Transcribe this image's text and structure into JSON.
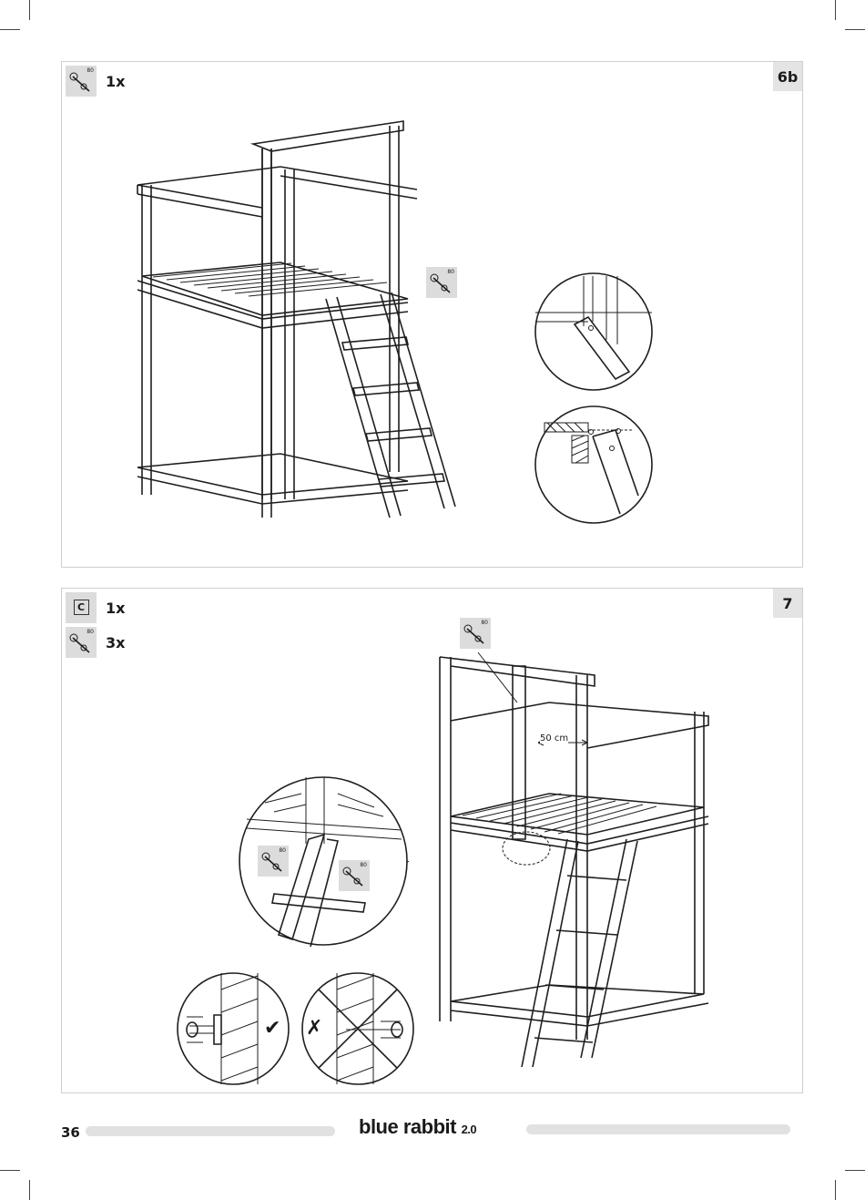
{
  "step6b": {
    "step_number": "6b",
    "screw_size": "80",
    "screw_qty": "1x",
    "callout_size": "80"
  },
  "step7": {
    "step_number": "7",
    "part_letter": "C",
    "part_qty": "1x",
    "screw_size": "80",
    "screw_qty": "3x",
    "top_callout_size": "80",
    "dimension_label": "50 cm",
    "detail_callout_size_a": "80",
    "detail_callout_size_b": "80",
    "correct_mark": "✔",
    "wrong_mark": "✗"
  },
  "footer": {
    "page_number": "36",
    "brand_main": "blue rabbit",
    "brand_version": "2.0"
  }
}
